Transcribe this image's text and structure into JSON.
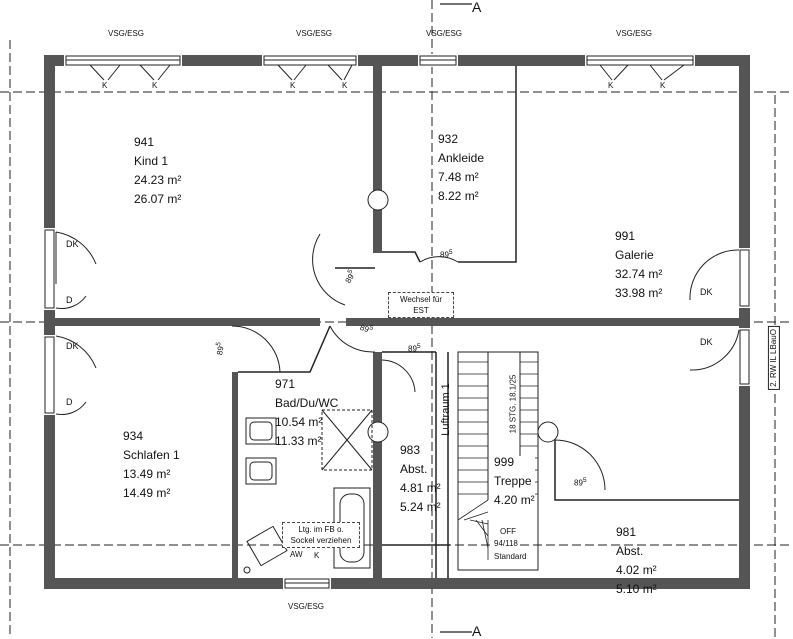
{
  "rooms": [
    {
      "id": "kind1",
      "number": "941",
      "name": "Kind 1",
      "area1": "24.23 m²",
      "area2": "26.07 m²"
    },
    {
      "id": "ankleide",
      "number": "932",
      "name": "Ankleide",
      "area1": "7.48 m²",
      "area2": "8.22 m²"
    },
    {
      "id": "galerie",
      "number": "991",
      "name": "Galerie",
      "area1": "32.74 m²",
      "area2": "33.98 m²"
    },
    {
      "id": "schlafen1",
      "number": "934",
      "name": "Schlafen 1",
      "area1": "13.49 m²",
      "area2": "14.49 m²"
    },
    {
      "id": "bad",
      "number": "971",
      "name": "Bad/Du/WC",
      "area1": "10.54 m²",
      "area2": "11.33 m²"
    },
    {
      "id": "abst983",
      "number": "983",
      "name": "Abst.",
      "area1": "4.81 m²",
      "area2": "5.24 m²"
    },
    {
      "id": "treppe",
      "number": "999",
      "name": "Treppe",
      "area1": "4.20 m²",
      "area2": ""
    },
    {
      "id": "abst981",
      "number": "981",
      "name": "Abst.",
      "area1": "4.02 m²",
      "area2": "5.10 m²"
    }
  ],
  "windows": [
    "VSG/ESG",
    "VSG/ESG",
    "VSG/ESG",
    "VSG/ESG",
    "VSG/ESG"
  ],
  "k_mark": "K",
  "doors": {
    "dk": "DK",
    "d": "D",
    "width_main": "89",
    "width_sup": "5"
  },
  "wechsel": [
    "Wechsel für",
    "EST"
  ],
  "luftraum": "Luftraum 1",
  "stair_label": "18 STG. 18.1/25",
  "off_label": "OFF",
  "stair_dim": "94/118",
  "stair_std": "Standard",
  "note_rw": [
    "2. RW IL",
    "LBauO"
  ],
  "note_ltg": [
    "Ltg. im FB o.",
    "Sockel verziehen"
  ],
  "aw": "AW",
  "section_mark": "A"
}
